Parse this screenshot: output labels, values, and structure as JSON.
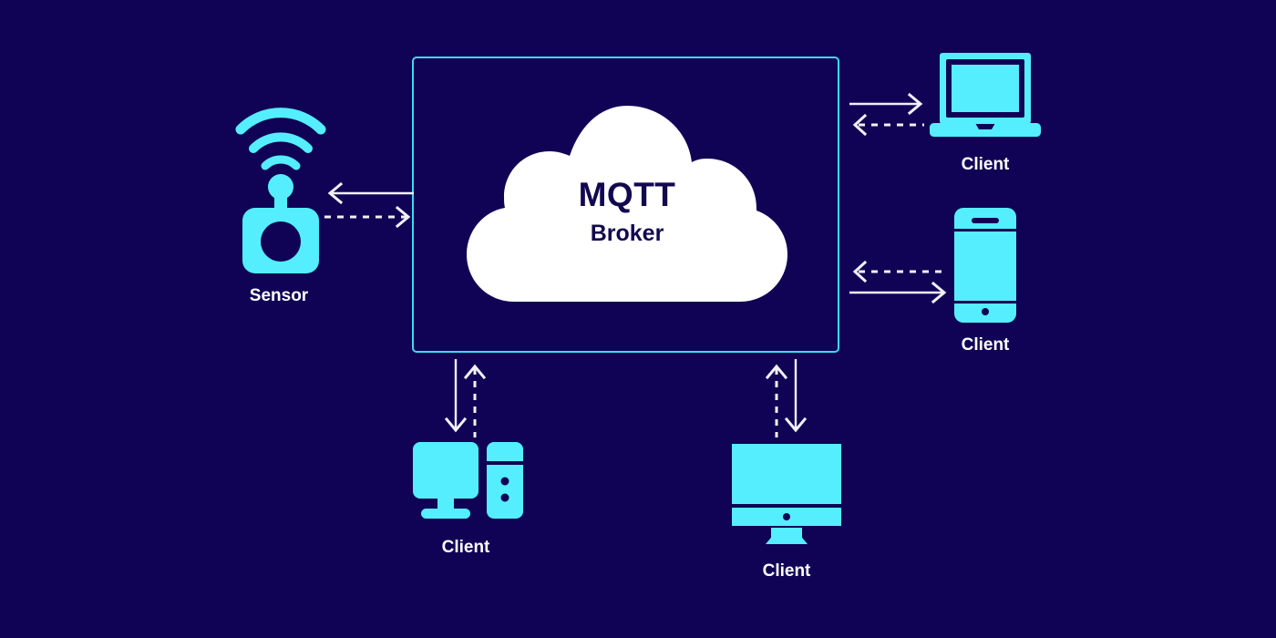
{
  "diagram": {
    "title": "MQTT publish/subscribe architecture",
    "background_color": "#100355",
    "accent_color": "#55eeff",
    "arrow_color": "#f2f0f7",
    "cloud_color": "#ffffff",
    "cloud_text_color": "#12084f",
    "box_border_color": "#3fd8f0"
  },
  "broker": {
    "name": "MQTT",
    "role": "Broker",
    "container_label": "broker-boundary"
  },
  "nodes": {
    "sensor": {
      "label": "Sensor",
      "icon": "wifi-sensor-icon"
    },
    "laptop_client": {
      "label": "Client",
      "icon": "laptop-icon"
    },
    "phone_client": {
      "label": "Client",
      "icon": "smartphone-icon"
    },
    "desktop_client": {
      "label": "Client",
      "icon": "desktop-computer-icon"
    },
    "monitor_client": {
      "label": "Client",
      "icon": "all-in-one-monitor-icon"
    }
  },
  "connections": [
    {
      "id": "sensor-link",
      "side": "left",
      "solid": "broker-to-sensor",
      "dashed": "sensor-to-broker"
    },
    {
      "id": "laptop-link",
      "side": "right-top",
      "solid": "broker-to-laptop",
      "dashed": "laptop-to-broker"
    },
    {
      "id": "phone-link",
      "side": "right-bottom",
      "solid": "broker-to-phone",
      "dashed": "phone-to-broker"
    },
    {
      "id": "desktop-link",
      "side": "bottom-left",
      "solid": "broker-to-desktop",
      "dashed": "desktop-to-broker"
    },
    {
      "id": "monitor-link",
      "side": "bottom-right",
      "solid": "broker-to-monitor",
      "dashed": "monitor-to-broker"
    }
  ]
}
